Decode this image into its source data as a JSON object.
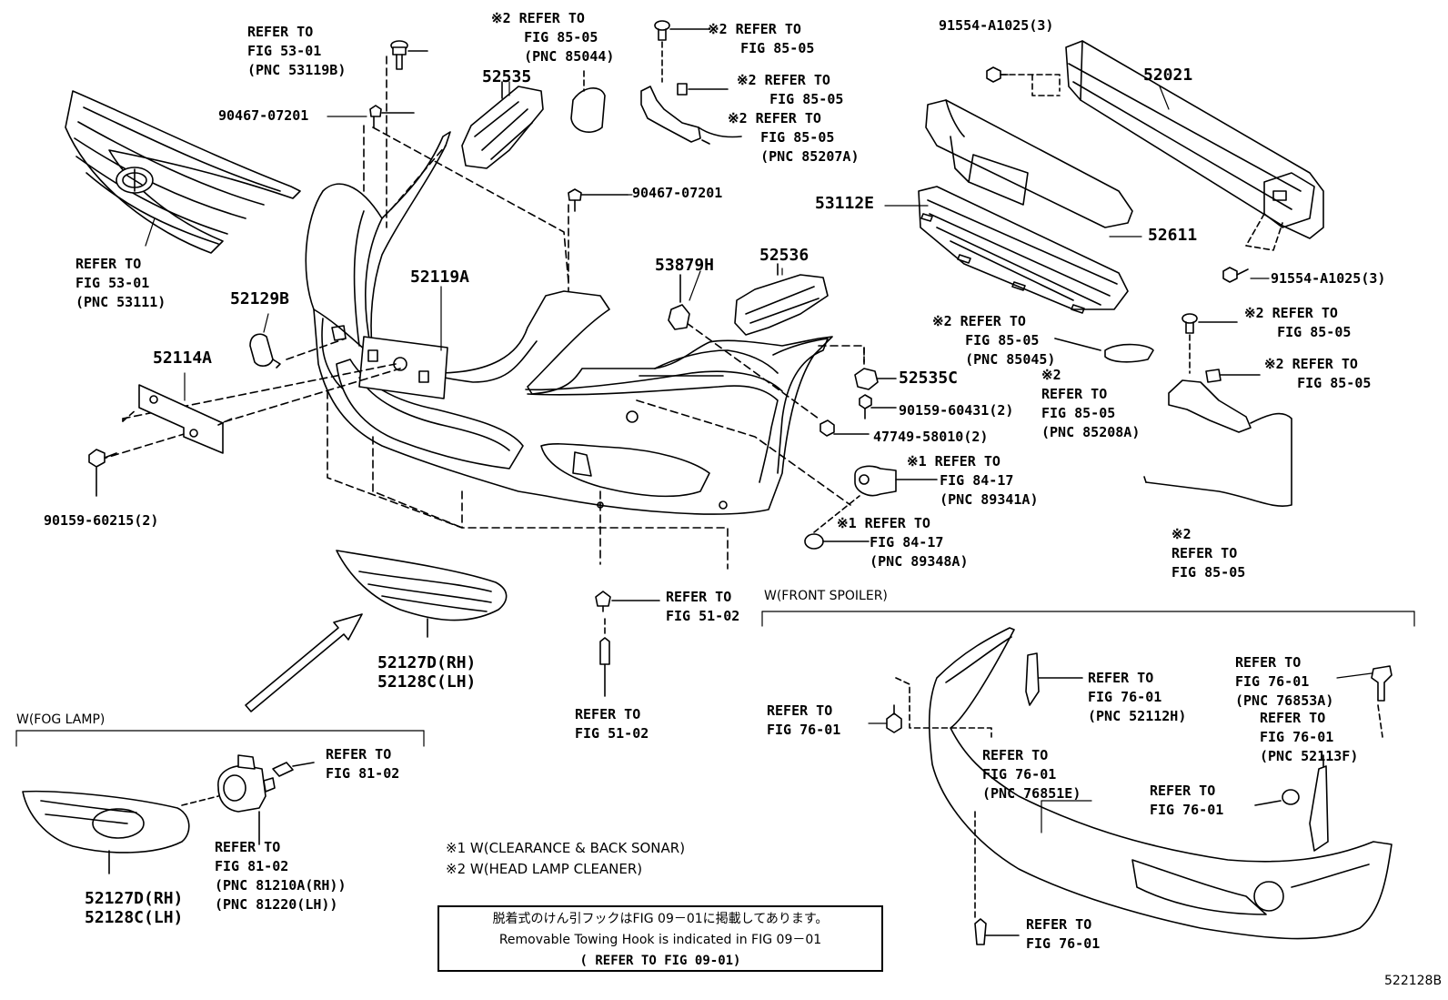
{
  "diagram_id": "522128B",
  "labels": {
    "l01": "REFER TO\nFIG 53-01\n(PNC 53119B)",
    "l02": "90467-07201",
    "l03": "REFER TO\nFIG 53-01\n(PNC 53111)",
    "l04": "52129B",
    "l05": "52114A",
    "l06": "90159-60215(2)",
    "l07": "※2 REFER TO\n    FIG 85-05\n    (PNC 85044)",
    "l08": "52535",
    "l09": "52119A",
    "l10": "※2 REFER TO\n    FIG 85-05",
    "l11": "※2 REFER TO\n    FIG 85-05",
    "l12": "※2 REFER TO\n    FIG 85-05\n    (PNC 85207A)",
    "l13": "90467-07201",
    "l14": "53879H",
    "l15": "52536",
    "l16": "91554-A1025(3)",
    "l17": "52021",
    "l18": "53112E",
    "l19": "52611",
    "l20": "91554-A1025(3)",
    "l21": "※2 REFER TO\n    FIG 85-05\n    (PNC 85045)",
    "l22": "※2 REFER TO\n    FIG 85-05",
    "l23": "52535C",
    "l24": "90159-60431(2)",
    "l25": "※2\nREFER TO\nFIG 85-05\n(PNC 85208A)",
    "l26": "※2 REFER TO\n    FIG 85-05",
    "l27": "47749-58010(2)",
    "l28": "※1 REFER TO\n    FIG 84-17\n    (PNC 89341A)",
    "l29": "※1 REFER TO\n    FIG 84-17\n    (PNC 89348A)",
    "l30": "※2\nREFER TO\nFIG 85-05",
    "l31": "52127D(RH)\n52128C(LH)",
    "l32": "REFER TO\nFIG 51-02",
    "l33": "REFER TO\nFIG 51-02",
    "l34": "REFER TO\nFIG 81-02",
    "l35": "REFER TO\nFIG 81-02\n(PNC 81210A(RH))\n(PNC 81220(LH))",
    "l36": "52127D(RH)\n52128C(LH)",
    "l37": "REFER TO\nFIG 76-01",
    "l38": "REFER TO\nFIG 76-01\n(PNC 52112H)",
    "l39": "REFER TO\nFIG 76-01\n(PNC 76851E)",
    "l40": "REFER TO\nFIG 76-01\n(PNC 76853A)",
    "l41": "REFER TO\nFIG 76-01\n(PNC 52113F)",
    "l42": "REFER TO\nFIG 76-01",
    "l43": "REFER TO\nFIG 76-01"
  },
  "sections": {
    "front_spoiler": "W(FRONT SPOILER)",
    "fog_lamp": "W(FOG LAMP)"
  },
  "legend": {
    "note1": "※1 W(CLEARANCE & BACK SONAR)",
    "note2": "※2 W(HEAD LAMP CLEANER)"
  },
  "towing_note": {
    "jp": "脱着式のけん引フックはFIG 09－01に掲載してあります。",
    "en": "Removable Towing Hook is indicated in FIG 09－01",
    "ref": "( REFER TO FIG 09-01)"
  }
}
